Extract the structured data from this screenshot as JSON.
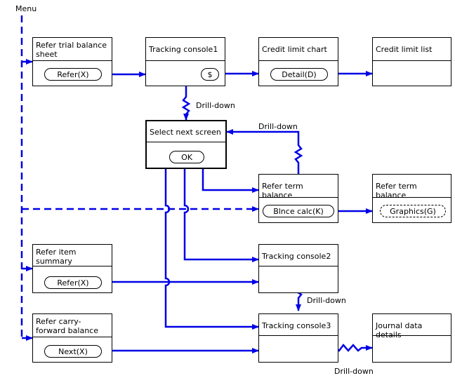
{
  "menu_label": "Menu",
  "drilldown_labels": [
    "Drill-down",
    "Drill-down",
    "Drill-down",
    "Drill-down"
  ],
  "boxes": {
    "refer_trial_balance": {
      "title": "Refer trial balance sheet",
      "button": "Refer(X)"
    },
    "tracking_console1": {
      "title": "Tracking console1",
      "button": "$"
    },
    "credit_limit_chart": {
      "title": "Credit limit chart",
      "button": "Detail(D)"
    },
    "credit_limit_list": {
      "title": "Credit limit list"
    },
    "select_next_screen": {
      "title": "Select next screen",
      "button": "OK"
    },
    "refer_term_balance": {
      "title": "Refer term balance",
      "button": "Blnce calc(K)"
    },
    "refer_term_balance_graph": {
      "title": "Refer term balance",
      "button": "Graphics(G)"
    },
    "refer_item_summary": {
      "title": "Refer item summary",
      "button": "Refer(X)"
    },
    "tracking_console2": {
      "title": "Tracking console2"
    },
    "refer_carry_forward": {
      "title": "Refer carry-forward balance",
      "button": "Next(X)"
    },
    "tracking_console3": {
      "title": "Tracking console3"
    },
    "journal_data_details": {
      "title": "Journal data details"
    }
  },
  "colors": {
    "flow_line": "#0000e6",
    "border": "#000000"
  }
}
